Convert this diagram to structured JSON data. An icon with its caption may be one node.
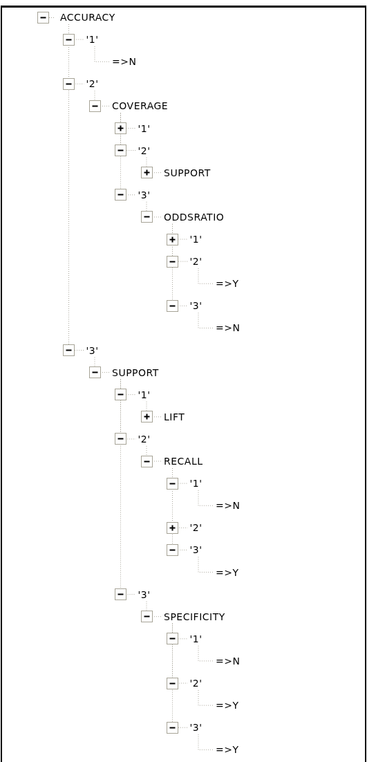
{
  "diagram": {
    "nodes": [
      {
        "text": [
          "ACCURACY"
        ]
      },
      {
        "text": [
          "'1'"
        ]
      },
      {
        "text": [
          "=>N"
        ]
      },
      {
        "text": [
          "'2'"
        ]
      },
      {
        "text": [
          "COVERAGE"
        ]
      },
      {
        "text": [
          "'1'"
        ]
      },
      {
        "text": [
          "'2'"
        ]
      },
      {
        "text": [
          "SUPPORT"
        ]
      },
      {
        "text": [
          "'3'"
        ]
      },
      {
        "text": [
          "ODDSRATIO"
        ]
      },
      {
        "text": [
          "'1'"
        ]
      },
      {
        "text": [
          "'2'"
        ]
      },
      {
        "text": [
          "=>Y"
        ]
      },
      {
        "text": [
          "'3'"
        ]
      },
      {
        "text": [
          "=>N"
        ]
      },
      {
        "text": [
          "'3'"
        ]
      },
      {
        "text": [
          "SUPPORT"
        ]
      },
      {
        "text": [
          "'1'"
        ]
      },
      {
        "text": [
          "LIFT"
        ]
      },
      {
        "text": [
          "'2'"
        ]
      },
      {
        "text": [
          "RECALL"
        ]
      },
      {
        "text": [
          "'1'"
        ]
      },
      {
        "text": [
          "=>N"
        ]
      },
      {
        "text": [
          "'2'"
        ]
      },
      {
        "text": [
          "'3'"
        ]
      },
      {
        "text": [
          "=>Y"
        ]
      },
      {
        "text": [
          "'3'"
        ]
      },
      {
        "text": [
          "SPECIFICITY"
        ]
      },
      {
        "text": [
          "'1'"
        ]
      },
      {
        "text": [
          "=>N"
        ]
      },
      {
        "text": [
          "'2'"
        ]
      },
      {
        "text": [
          "=>Y"
        ]
      },
      {
        "text": [
          "'3'"
        ]
      },
      {
        "text": [
          "=>Y"
        ]
      }
    ],
    "edges": [
      {
        "from": 0,
        "to": 1,
        "arrow": "none"
      },
      {
        "from": 1,
        "to": 2,
        "arrow": "none"
      },
      {
        "from": 0,
        "to": 3,
        "arrow": "none"
      },
      {
        "from": 3,
        "to": 4,
        "arrow": "none"
      },
      {
        "from": 4,
        "to": 5,
        "arrow": "none"
      },
      {
        "from": 4,
        "to": 6,
        "arrow": "none"
      },
      {
        "from": 6,
        "to": 7,
        "arrow": "none"
      },
      {
        "from": 4,
        "to": 8,
        "arrow": "none"
      },
      {
        "from": 8,
        "to": 9,
        "arrow": "none"
      },
      {
        "from": 9,
        "to": 10,
        "arrow": "none"
      },
      {
        "from": 9,
        "to": 11,
        "arrow": "none"
      },
      {
        "from": 11,
        "to": 12,
        "arrow": "none"
      },
      {
        "from": 9,
        "to": 13,
        "arrow": "none"
      },
      {
        "from": 13,
        "to": 14,
        "arrow": "none"
      },
      {
        "from": 0,
        "to": 15,
        "arrow": "none"
      },
      {
        "from": 15,
        "to": 16,
        "arrow": "none"
      },
      {
        "from": 16,
        "to": 17,
        "arrow": "none"
      },
      {
        "from": 17,
        "to": 18,
        "arrow": "none"
      },
      {
        "from": 16,
        "to": 19,
        "arrow": "none"
      },
      {
        "from": 19,
        "to": 20,
        "arrow": "none"
      },
      {
        "from": 20,
        "to": 21,
        "arrow": "none"
      },
      {
        "from": 21,
        "to": 22,
        "arrow": "none"
      },
      {
        "from": 20,
        "to": 23,
        "arrow": "none"
      },
      {
        "from": 20,
        "to": 24,
        "arrow": "none"
      },
      {
        "from": 24,
        "to": 25,
        "arrow": "none"
      },
      {
        "from": 16,
        "to": 26,
        "arrow": "none"
      },
      {
        "from": 26,
        "to": 27,
        "arrow": "none"
      },
      {
        "from": 27,
        "to": 28,
        "arrow": "none"
      },
      {
        "from": 28,
        "to": 29,
        "arrow": "none"
      },
      {
        "from": 27,
        "to": 30,
        "arrow": "none"
      },
      {
        "from": 30,
        "to": 31,
        "arrow": "none"
      },
      {
        "from": 27,
        "to": 32,
        "arrow": "none"
      },
      {
        "from": 32,
        "to": 33,
        "arrow": "none"
      }
    ]
  }
}
